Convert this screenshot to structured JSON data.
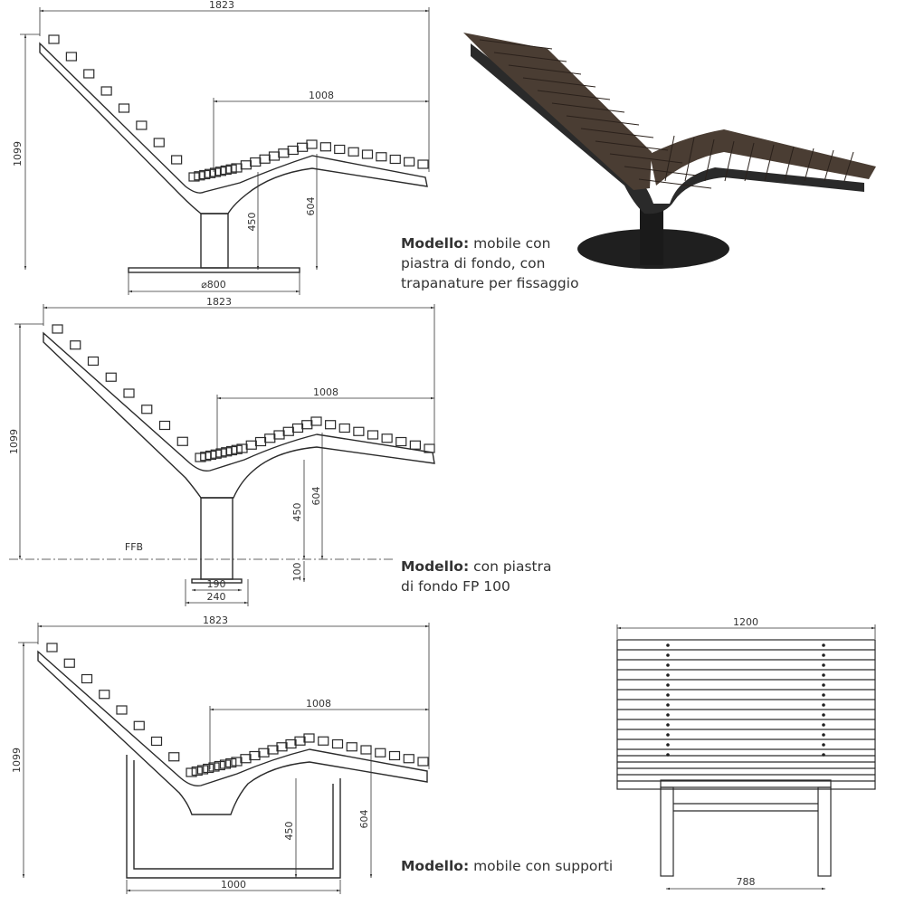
{
  "drawing1": {
    "dims": {
      "length": "1823",
      "height": "1099",
      "seat_len": "1008",
      "seat_h": "450",
      "top_h": "604",
      "plate": "⌀800"
    },
    "caption": {
      "bold": "Modello:",
      "line1": " mobile con",
      "line2": "piastra di fondo, con",
      "line3": "trapanature per fissaggio"
    }
  },
  "drawing2": {
    "dims": {
      "length": "1823",
      "height": "1099",
      "seat_len": "1008",
      "seat_h": "450",
      "top_h": "604",
      "embed": "100",
      "inner": "190",
      "outer": "240",
      "ground": "FFB"
    },
    "caption": {
      "bold": "Modello:",
      "line1": " con piastra",
      "line2": "di fondo FP 100"
    }
  },
  "drawing3": {
    "dims": {
      "length": "1823",
      "height": "1099",
      "seat_len": "1008",
      "seat_h": "450",
      "top_h": "604",
      "base": "1000"
    },
    "caption": {
      "bold": "Modello:",
      "line1": " mobile con supporti"
    }
  },
  "front_view": {
    "dims": {
      "width": "1200",
      "leg_span": "788"
    }
  },
  "colors": {
    "line": "#2b2b2b",
    "wood": "#4a3d33",
    "steel": "#2a2a2a"
  }
}
